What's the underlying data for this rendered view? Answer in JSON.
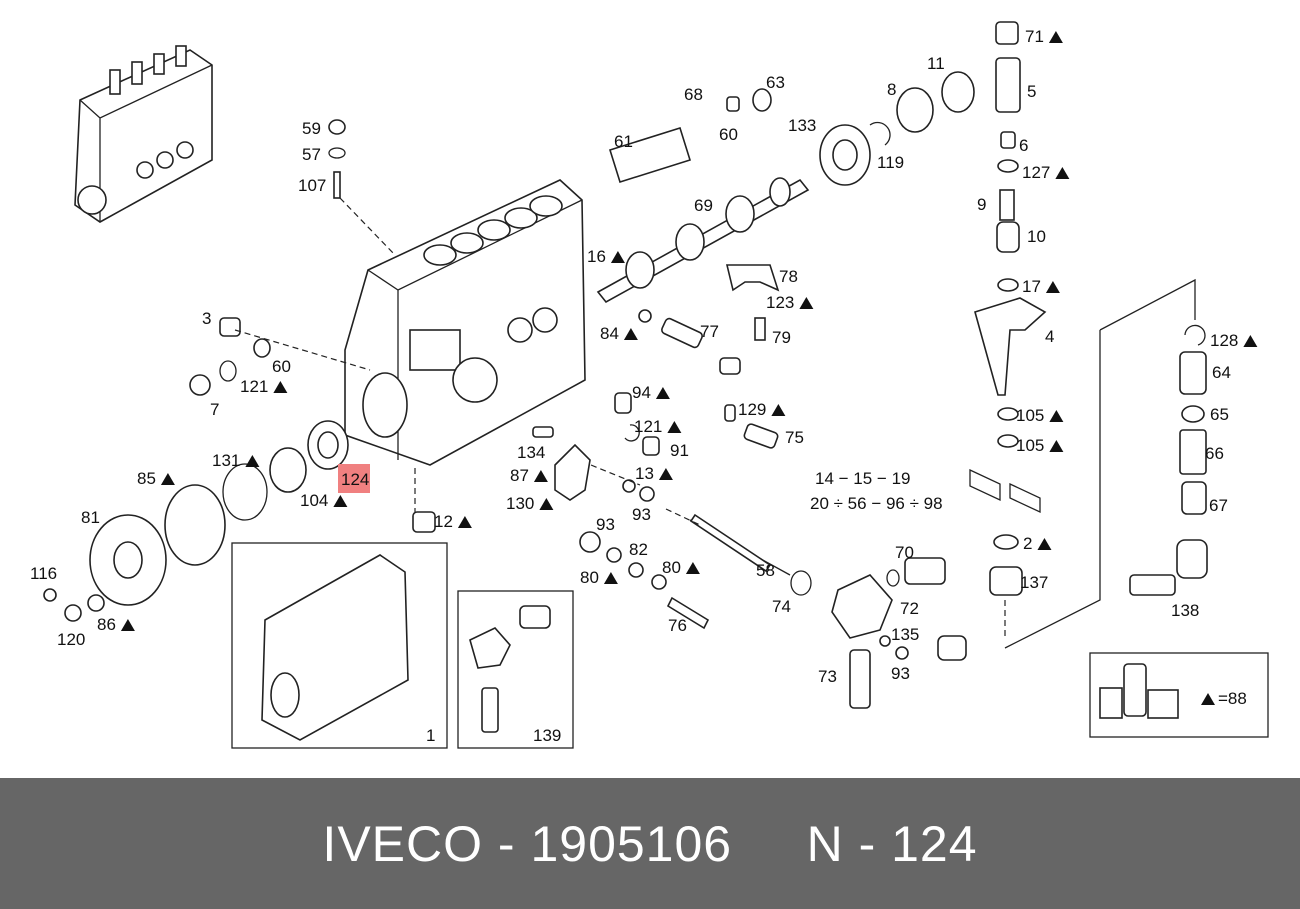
{
  "footer": {
    "brand": "IVECO",
    "separator": " - ",
    "part_number": "1905106",
    "ref_prefix": "N - ",
    "ref_number": "124"
  },
  "colors": {
    "footer_bg": "#666666",
    "highlight": "#f08080",
    "footer_text": "#ffffff"
  },
  "labels": [
    {
      "text": "71",
      "tri": true
    },
    {
      "text": "5",
      "tri": false
    },
    {
      "text": "11",
      "tri": false
    },
    {
      "text": "8",
      "tri": false
    },
    {
      "text": "68",
      "tri": false
    },
    {
      "text": "63",
      "tri": false
    },
    {
      "text": "60",
      "tri": false
    },
    {
      "text": "61",
      "tri": false
    },
    {
      "text": "133",
      "tri": false
    },
    {
      "text": "119",
      "tri": false
    },
    {
      "text": "6",
      "tri": false
    },
    {
      "text": "127",
      "tri": true
    },
    {
      "text": "59",
      "tri": false
    },
    {
      "text": "57",
      "tri": false
    },
    {
      "text": "107",
      "tri": false
    },
    {
      "text": "69",
      "tri": false
    },
    {
      "text": "9",
      "tri": false
    },
    {
      "text": "10",
      "tri": false
    },
    {
      "text": "16",
      "tri": true
    },
    {
      "text": "78",
      "tri": false
    },
    {
      "text": "17",
      "tri": true
    },
    {
      "text": "123",
      "tri": true
    },
    {
      "text": "3",
      "tri": false
    },
    {
      "text": "84",
      "tri": true
    },
    {
      "text": "77",
      "tri": false
    },
    {
      "text": "79",
      "tri": false
    },
    {
      "text": "4",
      "tri": false
    },
    {
      "text": "128",
      "tri": true
    },
    {
      "text": "60",
      "tri": false
    },
    {
      "text": "121",
      "tri": true
    },
    {
      "text": "64",
      "tri": false
    },
    {
      "text": "7",
      "tri": false
    },
    {
      "text": "94",
      "tri": true
    },
    {
      "text": "129",
      "tri": true
    },
    {
      "text": "105",
      "tri": true
    },
    {
      "text": "65",
      "tri": false
    },
    {
      "text": "121",
      "tri": true
    },
    {
      "text": "75",
      "tri": false
    },
    {
      "text": "105",
      "tri": true
    },
    {
      "text": "91",
      "tri": false
    },
    {
      "text": "134",
      "tri": false
    },
    {
      "text": "66",
      "tri": false
    },
    {
      "text": "131",
      "tri": true
    },
    {
      "text": "85",
      "tri": true
    },
    {
      "text": "124",
      "tri": false
    },
    {
      "text": "87",
      "tri": true
    },
    {
      "text": "13",
      "tri": true
    },
    {
      "text": "14 − 15 − 19",
      "tri": false
    },
    {
      "text": "104",
      "tri": true
    },
    {
      "text": "130",
      "tri": true
    },
    {
      "text": "20 ÷ 56 − 96 ÷ 98",
      "tri": false
    },
    {
      "text": "67",
      "tri": false
    },
    {
      "text": "93",
      "tri": false
    },
    {
      "text": "81",
      "tri": false
    },
    {
      "text": "12",
      "tri": true
    },
    {
      "text": "93",
      "tri": false
    },
    {
      "text": "82",
      "tri": false
    },
    {
      "text": "70",
      "tri": false
    },
    {
      "text": "2",
      "tri": true
    },
    {
      "text": "116",
      "tri": false
    },
    {
      "text": "80",
      "tri": true
    },
    {
      "text": "80",
      "tri": true
    },
    {
      "text": "58",
      "tri": false
    },
    {
      "text": "137",
      "tri": false
    },
    {
      "text": "74",
      "tri": false
    },
    {
      "text": "72",
      "tri": false
    },
    {
      "text": "138",
      "tri": false
    },
    {
      "text": "86",
      "tri": true
    },
    {
      "text": "120",
      "tri": false
    },
    {
      "text": "76",
      "tri": false
    },
    {
      "text": "135",
      "tri": false
    },
    {
      "text": "73",
      "tri": false
    },
    {
      "text": "93",
      "tri": false
    },
    {
      "text": "1",
      "tri": false
    },
    {
      "text": "139",
      "tri": false
    },
    {
      "text": "=88",
      "tri": true
    }
  ]
}
